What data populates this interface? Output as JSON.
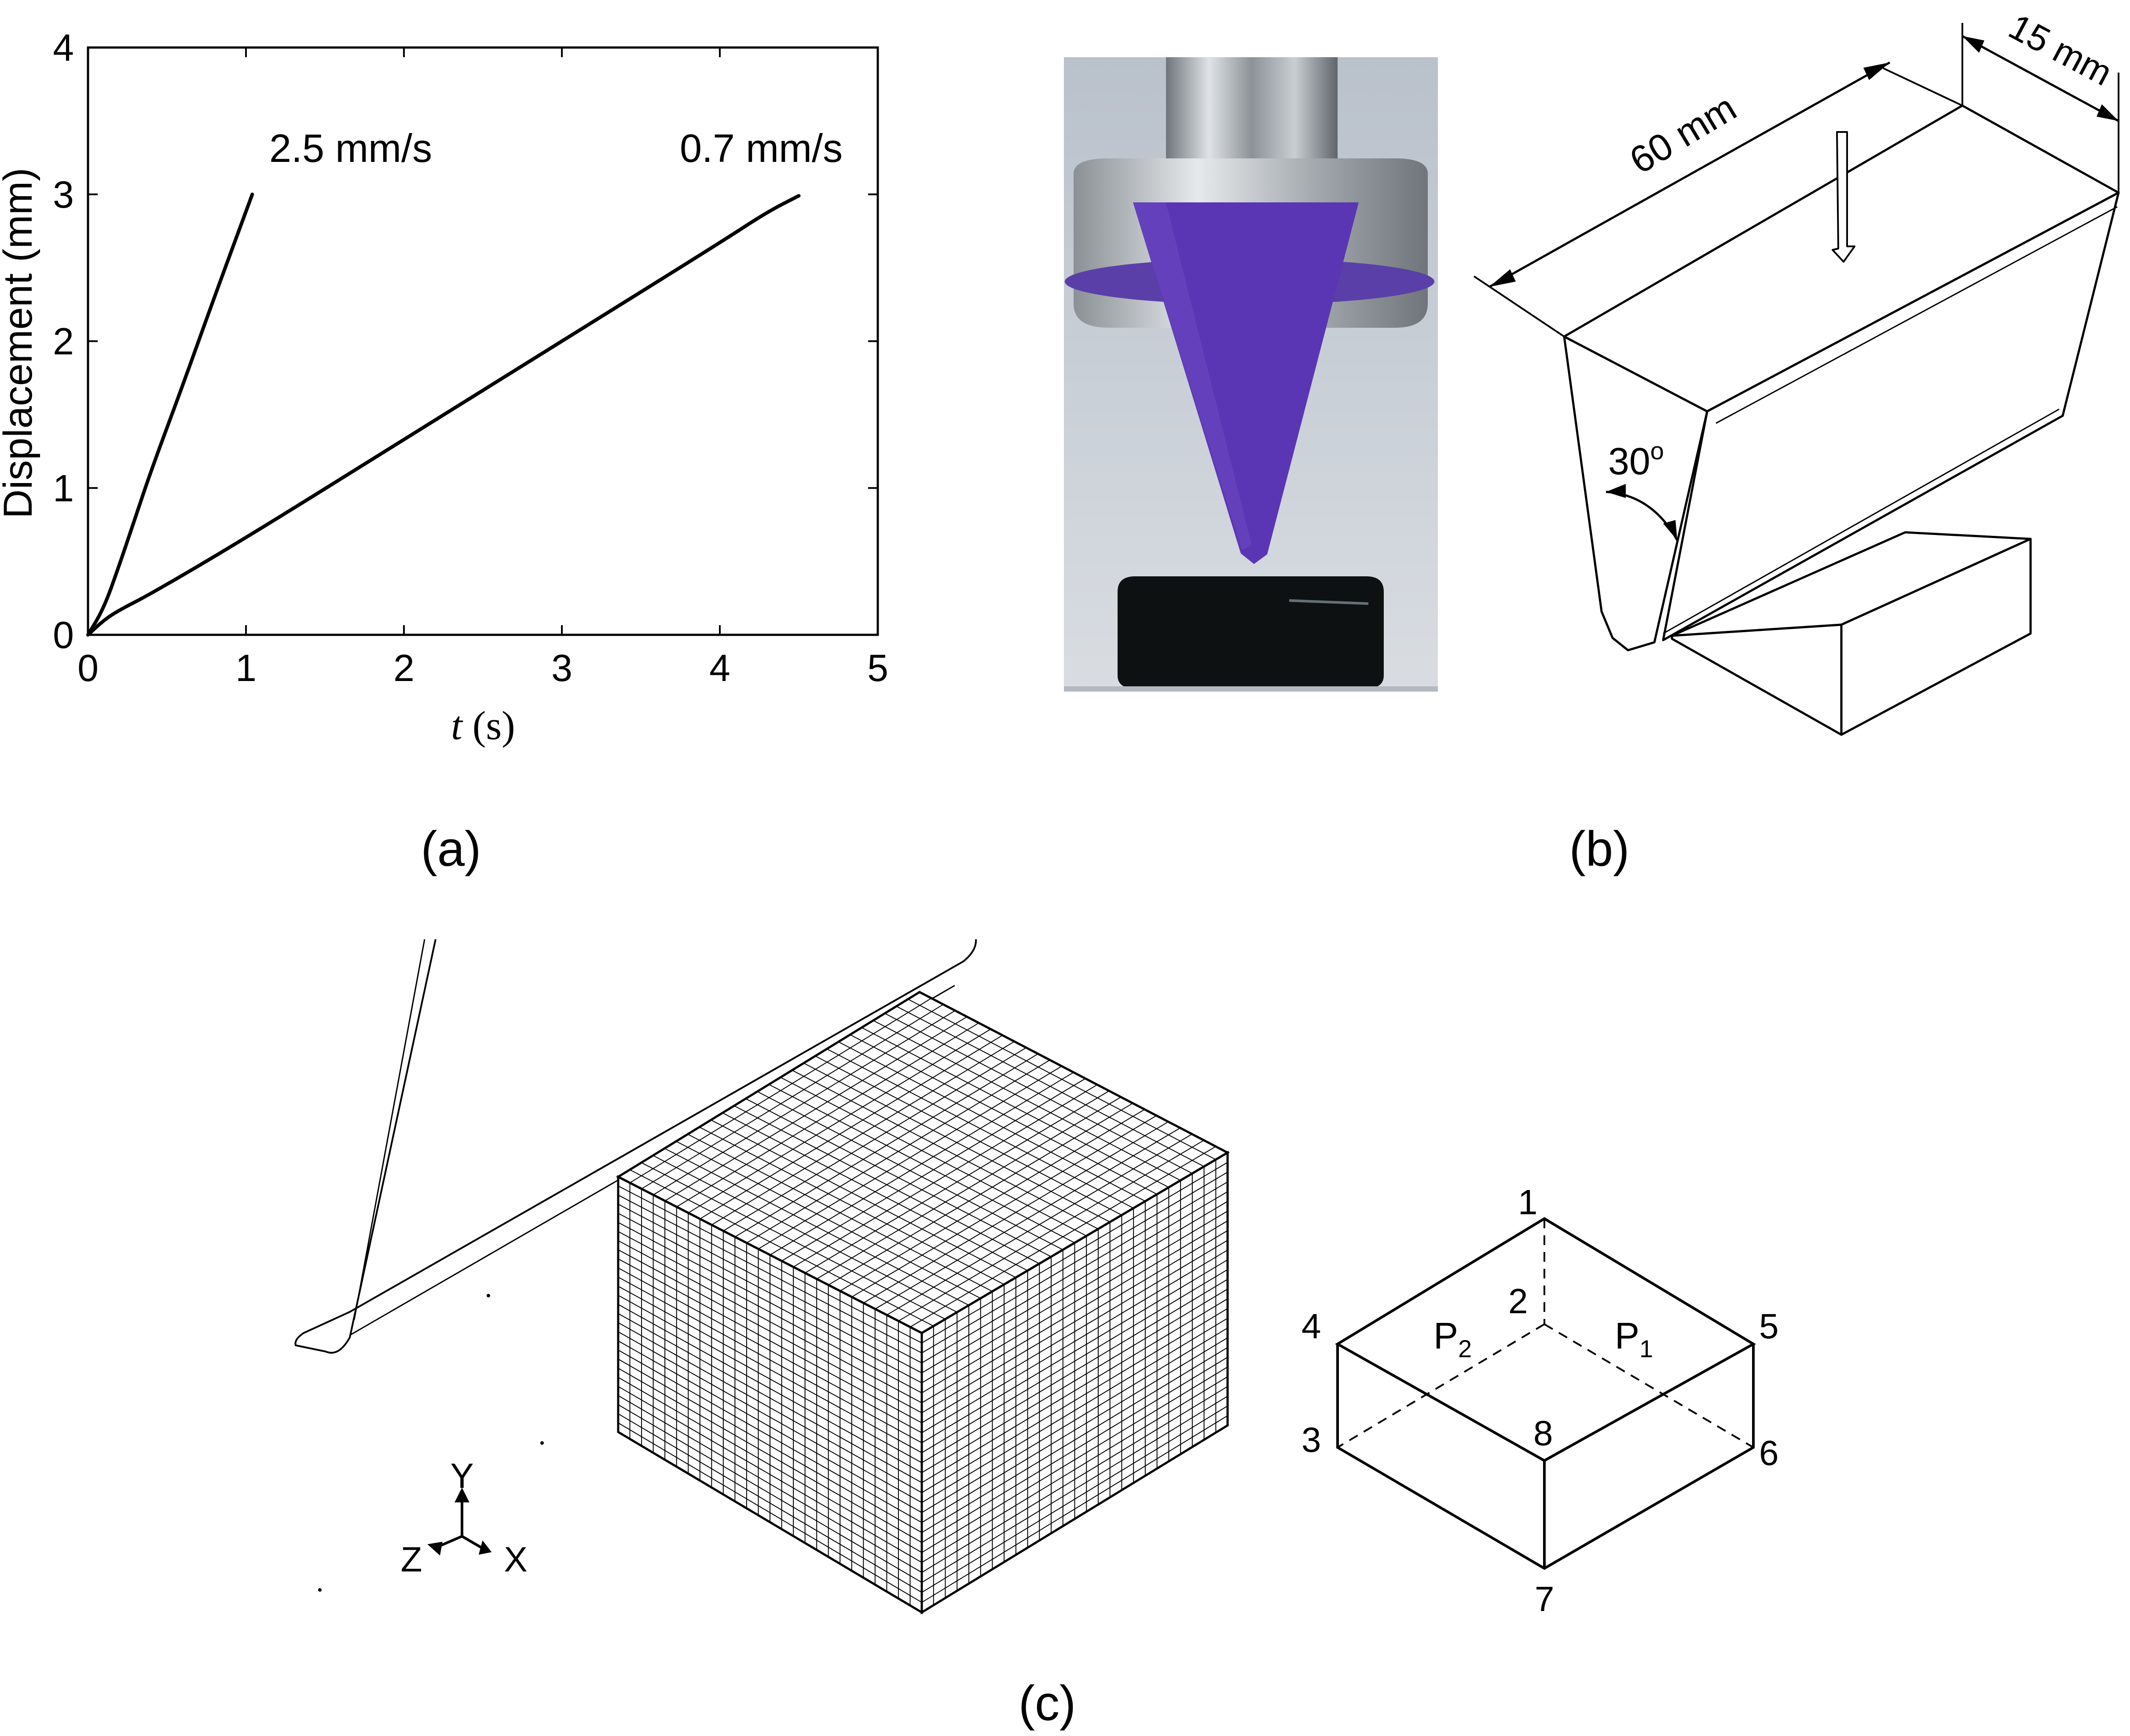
{
  "panels": {
    "a": {
      "caption": "(a)",
      "chart_data": {
        "type": "line",
        "title": "",
        "xlabel_italic": "t",
        "xlabel_unit": "(s)",
        "ylabel": "Displacement (mm)",
        "xlim": [
          0,
          5
        ],
        "ylim": [
          0,
          4
        ],
        "xticks": [
          "0",
          "1",
          "2",
          "3",
          "4",
          "5"
        ],
        "yticks": [
          "0",
          "1",
          "2",
          "3",
          "4"
        ],
        "grid": false,
        "series": [
          {
            "name": "2.5 mm/s",
            "x": [
              0,
              0.1,
              0.2,
              0.3,
              0.4,
              0.6,
              0.8,
              1.04
            ],
            "y": [
              0,
              0.18,
              0.48,
              0.8,
              1.12,
              1.7,
              2.3,
              3.0
            ]
          },
          {
            "name": "0.7 mm/s",
            "x": [
              0,
              0.1,
              0.2,
              0.4,
              1,
              2,
              3,
              4,
              4.3,
              4.5
            ],
            "y": [
              0,
              0.1,
              0.17,
              0.28,
              0.66,
              1.33,
              2.0,
              2.67,
              2.88,
              2.99
            ]
          }
        ]
      }
    },
    "b": {
      "caption": "(b)",
      "dims": {
        "length": "60 mm",
        "width": "15 mm",
        "angle": "30",
        "angle_sup": "o"
      },
      "photo_colors": {
        "indenter": "#5a36b4",
        "rod": "#a9aeb3",
        "background": "#c7cdd5",
        "sample": "#0d1112"
      }
    },
    "c": {
      "caption": "(c)",
      "axes": {
        "y": "Y",
        "z": "Z",
        "x": "X"
      },
      "element": {
        "nodes": [
          "1",
          "2",
          "3",
          "4",
          "5",
          "6",
          "7",
          "8"
        ],
        "p1_base": "P",
        "p1_sub": "1",
        "p2_base": "P",
        "p2_sub": "2"
      }
    }
  }
}
